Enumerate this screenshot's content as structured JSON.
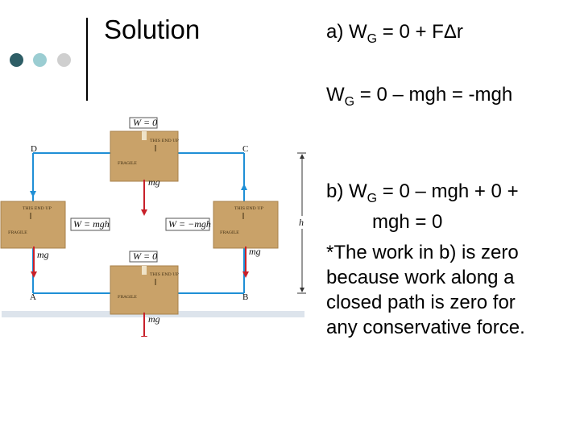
{
  "slide": {
    "title": "Solution",
    "part_a": {
      "line1": {
        "pre": "a) W",
        "sub": "G",
        "post": " = 0 + FΔr"
      },
      "line2": {
        "pre": "W",
        "sub": "G",
        "post": " = 0 – mgh = -mgh"
      }
    },
    "part_b": {
      "line1": {
        "pre": "b) W",
        "sub": "G",
        "post": " = 0 – mgh + 0 +"
      },
      "line2": "mgh = 0",
      "note_lines": [
        "*The work in b) is zero",
        "because work along a",
        "closed path is zero for",
        "any conservative force."
      ]
    }
  },
  "figure": {
    "point_labels": {
      "A": "A",
      "B": "B",
      "C": "C",
      "D": "D"
    },
    "height_label": "h",
    "work_labels": {
      "top": "W = 0",
      "bottom": "W = 0",
      "left": "W = mgh",
      "right": "W = −mgh"
    },
    "weight_label": "mg",
    "box_text": {
      "this_end_up": "THIS END UP",
      "fragile": "FRAGILE"
    },
    "colors": {
      "path": "#1f8fd6",
      "weight_arrow": "#c8202a",
      "box": "#c9a269",
      "box_dark": "#a8824b",
      "floor": "#dde4ec"
    }
  }
}
